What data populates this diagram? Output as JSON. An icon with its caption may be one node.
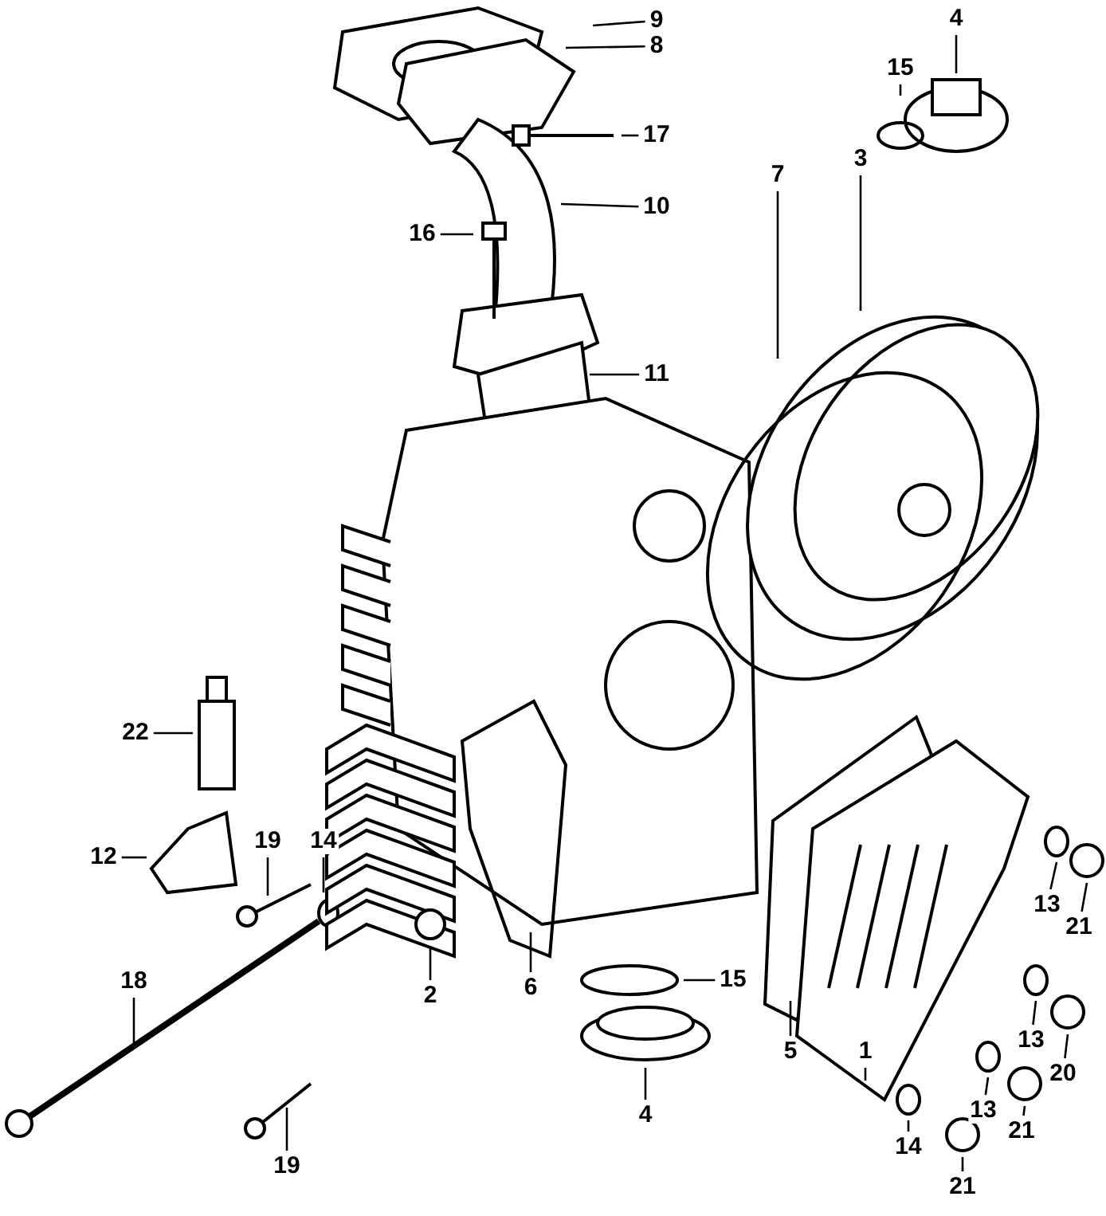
{
  "diagram": {
    "nodes": [
      {
        "text": [
          "9"
        ]
      },
      {
        "text": [
          "8"
        ]
      },
      {
        "text": [
          "17"
        ]
      },
      {
        "text": [
          "10"
        ]
      },
      {
        "text": [
          "16"
        ]
      },
      {
        "text": [
          "11"
        ]
      },
      {
        "text": [
          "4"
        ]
      },
      {
        "text": [
          "15"
        ]
      },
      {
        "text": [
          "3"
        ]
      },
      {
        "text": [
          "7"
        ]
      },
      {
        "text": [
          "22"
        ]
      },
      {
        "text": [
          "12"
        ]
      },
      {
        "text": [
          "19"
        ]
      },
      {
        "text": [
          "14"
        ]
      },
      {
        "text": [
          "2"
        ]
      },
      {
        "text": [
          "6"
        ]
      },
      {
        "text": [
          "15"
        ]
      },
      {
        "text": [
          "5"
        ]
      },
      {
        "text": [
          "1"
        ]
      },
      {
        "text": [
          "4"
        ]
      },
      {
        "text": [
          "13"
        ]
      },
      {
        "text": [
          "21"
        ]
      },
      {
        "text": [
          "13"
        ]
      },
      {
        "text": [
          "20"
        ]
      },
      {
        "text": [
          "13"
        ]
      },
      {
        "text": [
          "21"
        ]
      },
      {
        "text": [
          "14"
        ]
      },
      {
        "text": [
          "21"
        ]
      },
      {
        "text": [
          "18"
        ]
      },
      {
        "text": [
          "19"
        ]
      }
    ],
    "edges": [
      {
        "from": 0,
        "to": null,
        "arrow": "none"
      },
      {
        "from": 1,
        "to": null,
        "arrow": "none"
      },
      {
        "from": 2,
        "to": null,
        "arrow": "none"
      },
      {
        "from": 3,
        "to": null,
        "arrow": "none"
      },
      {
        "from": 4,
        "to": null,
        "arrow": "none"
      },
      {
        "from": 5,
        "to": null,
        "arrow": "none"
      },
      {
        "from": 6,
        "to": null,
        "arrow": "none"
      },
      {
        "from": 7,
        "to": null,
        "arrow": "none"
      },
      {
        "from": 8,
        "to": null,
        "arrow": "none"
      },
      {
        "from": 9,
        "to": null,
        "arrow": "none"
      },
      {
        "from": 10,
        "to": null,
        "arrow": "none"
      },
      {
        "from": 11,
        "to": null,
        "arrow": "none"
      },
      {
        "from": 12,
        "to": null,
        "arrow": "none"
      },
      {
        "from": 13,
        "to": null,
        "arrow": "none"
      },
      {
        "from": 14,
        "to": null,
        "arrow": "none"
      },
      {
        "from": 15,
        "to": null,
        "arrow": "none"
      },
      {
        "from": 16,
        "to": null,
        "arrow": "none"
      },
      {
        "from": 17,
        "to": null,
        "arrow": "none"
      },
      {
        "from": 18,
        "to": null,
        "arrow": "none"
      },
      {
        "from": 19,
        "to": null,
        "arrow": "none"
      },
      {
        "from": 20,
        "to": null,
        "arrow": "none"
      },
      {
        "from": 21,
        "to": null,
        "arrow": "none"
      },
      {
        "from": 22,
        "to": null,
        "arrow": "none"
      },
      {
        "from": 23,
        "to": null,
        "arrow": "none"
      },
      {
        "from": 24,
        "to": null,
        "arrow": "none"
      },
      {
        "from": 25,
        "to": null,
        "arrow": "none"
      },
      {
        "from": 26,
        "to": null,
        "arrow": "none"
      },
      {
        "from": 27,
        "to": null,
        "arrow": "none"
      },
      {
        "from": 28,
        "to": null,
        "arrow": "none"
      },
      {
        "from": 29,
        "to": null,
        "arrow": "none"
      }
    ]
  }
}
